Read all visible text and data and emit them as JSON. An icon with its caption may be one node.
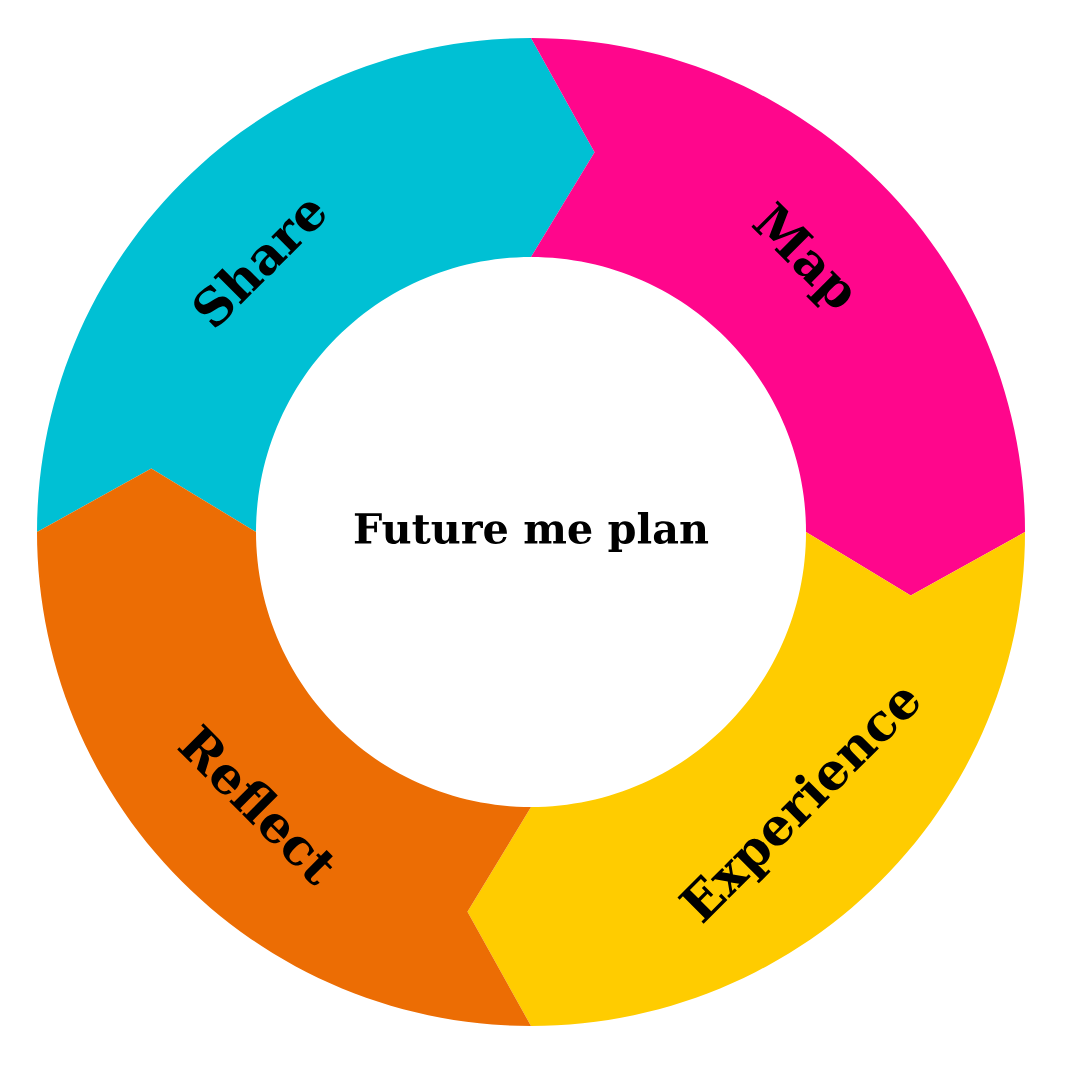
{
  "diagram": {
    "nodes": [
      {
        "text": [
          "Future me plan"
        ]
      },
      {
        "text": [
          "Share"
        ]
      },
      {
        "text": [
          "Map"
        ]
      },
      {
        "text": [
          "Experience"
        ]
      },
      {
        "text": [
          "Reflect"
        ]
      }
    ]
  }
}
